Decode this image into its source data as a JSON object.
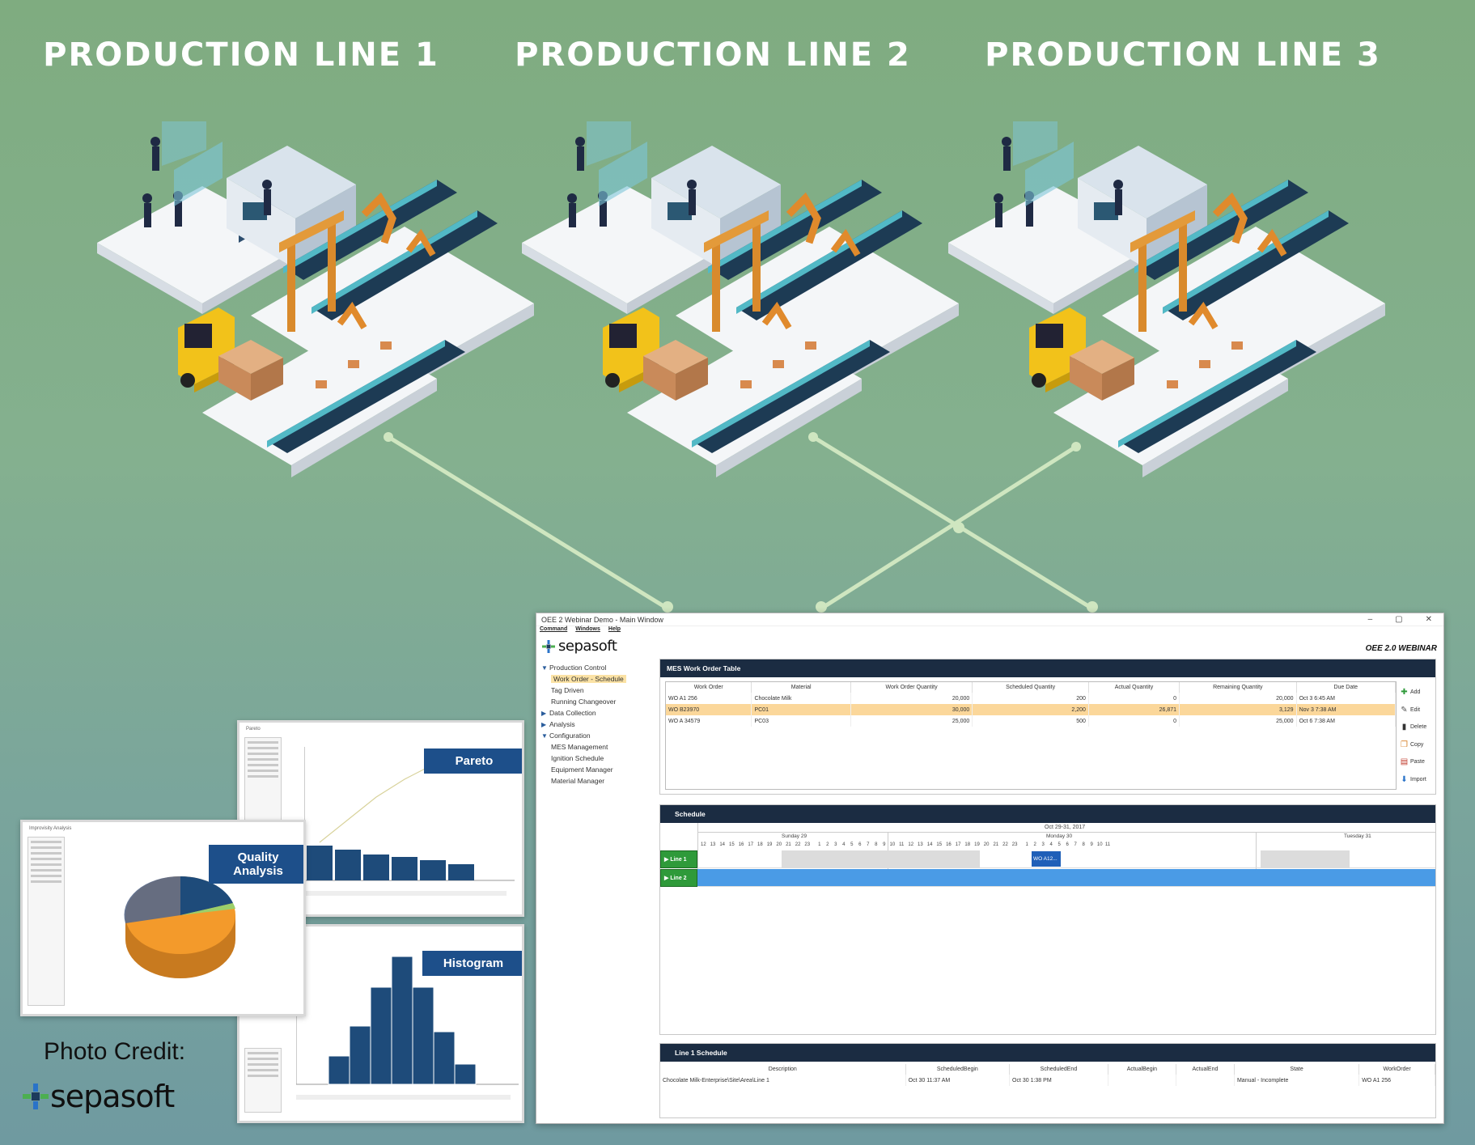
{
  "lines": [
    {
      "title": "PRODUCTION LINE 1"
    },
    {
      "title": "PRODUCTION LINE 2"
    },
    {
      "title": "PRODUCTION LINE 3"
    }
  ],
  "colors": {
    "accent_blue": "#1d4f8a",
    "conveyor_teal": "#4db8c4",
    "robot_orange": "#e08a2c",
    "line_green": "#2f9a3a",
    "highlight": "#fbd79a",
    "header_navy": "#1b2c42"
  },
  "thumbnails": {
    "pareto": {
      "badge": "Pareto",
      "title": "Pareto"
    },
    "quality": {
      "badge": "Quality Analysis",
      "title": "Improvisity Analysis"
    },
    "histogram": {
      "badge": "Histogram"
    }
  },
  "credit": {
    "label": "Photo Credit:",
    "brand": "sepasoft"
  },
  "window": {
    "title": "OEE 2 Webinar Demo - Main Window",
    "menu": [
      "Command",
      "Windows",
      "Help"
    ],
    "brand": "sepasoft",
    "webinar": "OEE 2.0 WEBINAR",
    "nav": {
      "production_control": "Production Control",
      "work_order_schedule": "Work Order - Schedule",
      "tag_driven": "Tag Driven",
      "running_changeover": "Running Changeover",
      "data_collection": "Data Collection",
      "analysis": "Analysis",
      "configuration": "Configuration",
      "mes_management": "MES Management",
      "ignition_schedule": "Ignition Schedule",
      "equipment_manager": "Equipment Manager",
      "material_manager": "Material Manager"
    },
    "work_order_table": {
      "title": "MES Work Order Table",
      "columns": [
        "Work Order",
        "Material",
        "Work Order Quantity",
        "Scheduled Quantity",
        "Actual Quantity",
        "Remaining Quantity",
        "Due Date"
      ],
      "rows": [
        [
          "WO A1 256",
          "Chocolate Milk",
          "20,000",
          "200",
          "0",
          "20,000",
          "Oct 3 6:45 AM"
        ],
        [
          "WO B23970",
          "PC01",
          "30,000",
          "2,200",
          "26,871",
          "3,129",
          "Nov 3 7:38 AM"
        ],
        [
          "WO A 34579",
          "PC03",
          "25,000",
          "500",
          "0",
          "25,000",
          "Oct 6 7:38 AM"
        ]
      ],
      "actions": [
        "Add",
        "Edit",
        "Delete",
        "Copy",
        "Paste",
        "Import"
      ]
    },
    "schedule": {
      "title": "Schedule",
      "range": "Oct 29-31, 2017",
      "days": [
        "Sunday 29",
        "Monday 30",
        "Tuesday 31"
      ],
      "lines": [
        "Line 1",
        "Line 2"
      ],
      "bar_label": "WO A12..."
    },
    "line1_schedule": {
      "title": "Line 1 Schedule",
      "columns": [
        "Description",
        "ScheduledBegin",
        "ScheduledEnd",
        "ActualBegin",
        "ActualEnd",
        "State",
        "WorkOrder"
      ],
      "row": [
        "Chocolate Milk-Enterprise\\Site\\Area\\Line 1",
        "Oct 30 11:37 AM",
        "Oct 30 1:38 PM",
        "",
        "",
        "Manual - Incomplete",
        "WO A1 256"
      ]
    }
  }
}
